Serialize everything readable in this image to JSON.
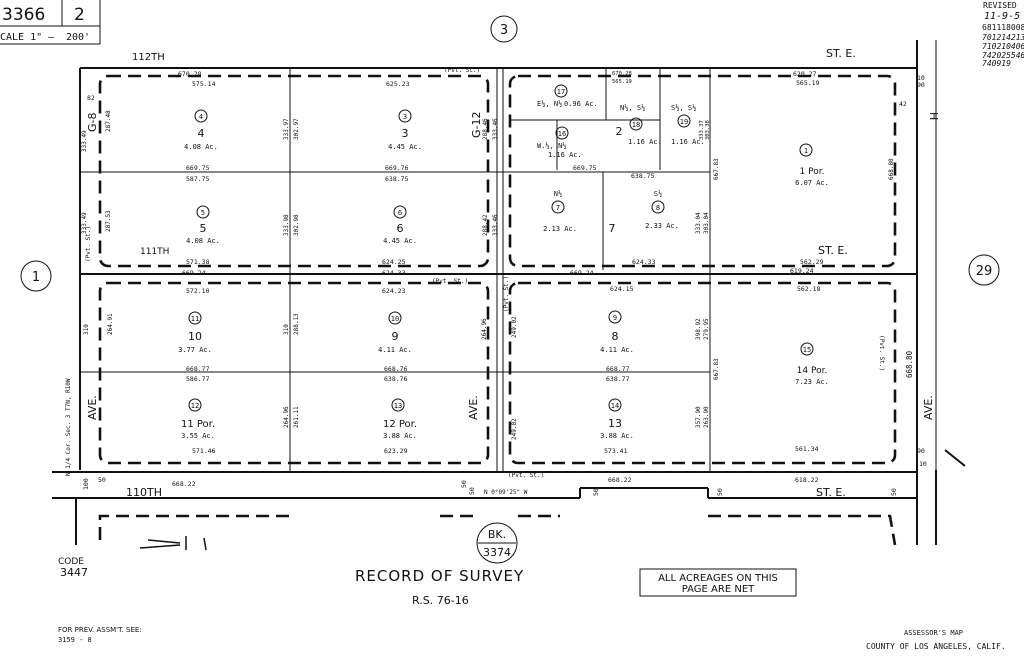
{
  "header": {
    "page": "3366",
    "sheet": "2",
    "scale_prefix": "CALE 1\"",
    "scale_dash": "—",
    "scale_value": "200'",
    "revised_label": "REVISED",
    "revised_date": "11-9-5",
    "revision_codes": [
      "681118008",
      "701214213",
      "710210406",
      "742025546",
      "740919"
    ]
  },
  "map_refs": {
    "top": "3",
    "left": "1",
    "right": "29",
    "book_label": "BK.",
    "book_number": "3374"
  },
  "streets": {
    "north_112": "112TH",
    "north_st": "ST. E.",
    "mid_111": "111TH",
    "mid_st": "ST. E.",
    "south_110": "110TH",
    "south_st": "ST. E.",
    "g8": "G-8",
    "g12": "G-12",
    "ave_left": "AVE.",
    "ave_mid": "AVE.",
    "ave_right": "AVE.",
    "h_label": "H"
  },
  "parcels": [
    {
      "circle": "4",
      "lot": "4",
      "acres": "4.08 Ac."
    },
    {
      "circle": "3",
      "lot": "3",
      "acres": "4.45 Ac."
    },
    {
      "circle": "5",
      "lot": "5",
      "acres": "4.08 Ac."
    },
    {
      "circle": "6",
      "lot": "6",
      "acres": "4.45 Ac."
    },
    {
      "circle": "11",
      "lot": "10",
      "acres": "3.77 Ac."
    },
    {
      "circle": "10",
      "lot": "9",
      "acres": "4.11 Ac."
    },
    {
      "circle": "12",
      "lot": "11 Por.",
      "acres": "3.55 Ac."
    },
    {
      "circle": "13",
      "lot": "12 Por.",
      "acres": "3.88 Ac."
    },
    {
      "circle": "17",
      "lot": "E½, N½",
      "acres": "0.96 Ac."
    },
    {
      "circle": "16",
      "lot": "W.½, N½",
      "acres": "1.16 Ac."
    },
    {
      "circle": "18",
      "lot": "N½, S½",
      "acres": "1.16 Ac."
    },
    {
      "circle": "19",
      "lot": "S½, S½",
      "acres": "1.16 Ac."
    },
    {
      "circle": "7",
      "lot": "N½",
      "acres": "2.13 Ac."
    },
    {
      "circle": "8",
      "lot": "S½",
      "acres": "2.33 Ac."
    },
    {
      "circle": "1",
      "lot": "1 Por.",
      "acres": "6.07 Ac."
    },
    {
      "circle": "9",
      "lot": "8",
      "acres": "4.11 Ac."
    },
    {
      "circle": "15",
      "lot": "14 Por.",
      "acres": "7.23 Ac."
    },
    {
      "circle": "14",
      "lot": "13",
      "acres": "3.88 Ac."
    }
  ],
  "lot_numbers": {
    "lot2": "2",
    "lot7": "7"
  },
  "dimensions": {
    "d1": "670.28",
    "d2": "575.14",
    "d3": "625.23",
    "d4": "670.28",
    "d5": "565.19",
    "d6": "620.27",
    "d7": "565.19",
    "d8": "669.75",
    "d9": "587.75",
    "d10": "669.76",
    "d11": "638.75",
    "d12": "669.75",
    "d13": "638.75",
    "d14": "571.38",
    "d15": "624.25",
    "d16": "669.24",
    "d17": "624.33",
    "d18": "669.24",
    "d19": "624.33",
    "d20": "619.24",
    "d21": "562.29",
    "d22": "572.10",
    "d23": "624.23",
    "d24": "624.15",
    "d25": "562.18",
    "d26": "668.77",
    "d27": "586.77",
    "d28": "668.76",
    "d29": "638.76",
    "d30": "668.77",
    "d31": "638.77",
    "d32": "571.46",
    "d33": "623.29",
    "d34": "573.41",
    "d35": "561.34",
    "d36": "668.22",
    "d37": "668.22",
    "d38": "618.22",
    "v1": "333.49",
    "v2": "287.48",
    "v3": "333.49",
    "v4": "287.53",
    "v5": "333.97",
    "v6": "302.97",
    "v7": "333.98",
    "v8": "302.98",
    "v9": "288.46",
    "v10": "333.46",
    "v11": "288.42",
    "v12": "333.46",
    "v13": "668.80",
    "v14": "668.80",
    "v15": "310",
    "v16": "264.91",
    "v17": "310",
    "v18": "288.13",
    "v19": "264.96",
    "v20": "249.02",
    "v21": "264.96",
    "v22": "261.11",
    "v23": "333.04",
    "v24": "303.04",
    "v25": "667.83",
    "v26": "667.83",
    "v27": "398.92",
    "v28": "279.95",
    "v29": "357.90",
    "v30": "263.90",
    "v31": "333.37",
    "v32": "303.38",
    "v33": "249.02",
    "s1": "82",
    "s2": "42",
    "s3": "90",
    "s4": "10",
    "s5": "50",
    "s6": "100",
    "s7": "50",
    "s8": "50",
    "s9": "50",
    "s10": "50",
    "s11": "50",
    "s12": "90",
    "s13": "10",
    "pvt1": "(Pvt. St.)",
    "pvt2": "(Pvt. St.)",
    "pvt3": "(Pvt. St.)",
    "pvt4": "(Pvt. St.)",
    "pvt5": "(Pvt. St.)",
    "pvt6": "(Pvt. St.)",
    "bearing": "N 0°09'25\" W",
    "sec": "N 1/4 Cor. Sec. 3 T7N, R10W"
  },
  "footer": {
    "code_label": "CODE",
    "code_value": "3447",
    "record_title": "RECORD OF SURVEY",
    "record_ref": "R.S. 76-16",
    "acreage_note_1": "ALL ACREAGES ON THIS",
    "acreage_note_2": "PAGE ARE NET",
    "prev_label": "FOR PREV. ASSM'T. SEE:",
    "prev_value": "3159 - 8",
    "assessor_label": "ASSESSOR'S MAP",
    "county_label": "COUNTY OF LOS ANGELES, CALIF."
  }
}
